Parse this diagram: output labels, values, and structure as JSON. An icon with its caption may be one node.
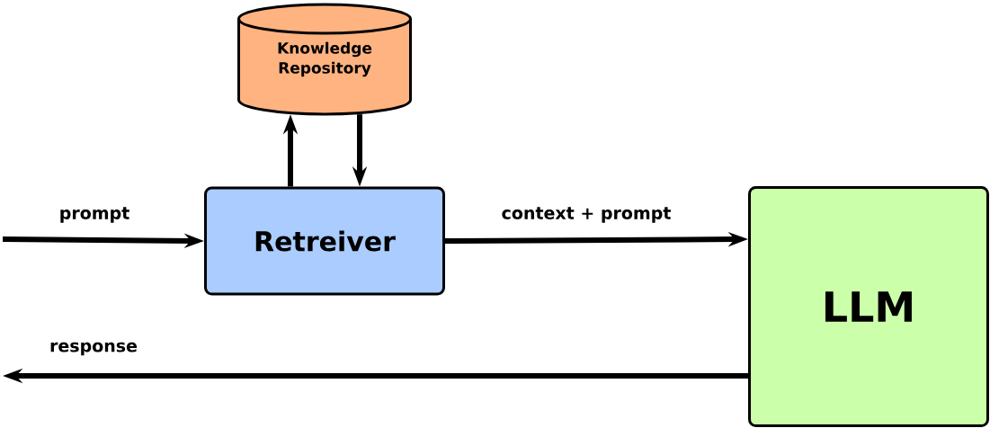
{
  "diagram": {
    "nodes": [
      {
        "text": [
          "Knowledge Repository"
        ]
      },
      {
        "text": [
          "Retreiver"
        ]
      },
      {
        "text": [
          "LLM"
        ]
      }
    ],
    "edges": [
      {
        "from": null,
        "to": 1,
        "arrow": "to",
        "label": "prompt"
      },
      {
        "from": 1,
        "to": 0,
        "arrow": "to"
      },
      {
        "from": 0,
        "to": 1,
        "arrow": "to"
      },
      {
        "from": 1,
        "to": 2,
        "arrow": "to",
        "label": "context + prompt"
      },
      {
        "from": 2,
        "to": null,
        "arrow": "to",
        "label": "response"
      }
    ]
  }
}
